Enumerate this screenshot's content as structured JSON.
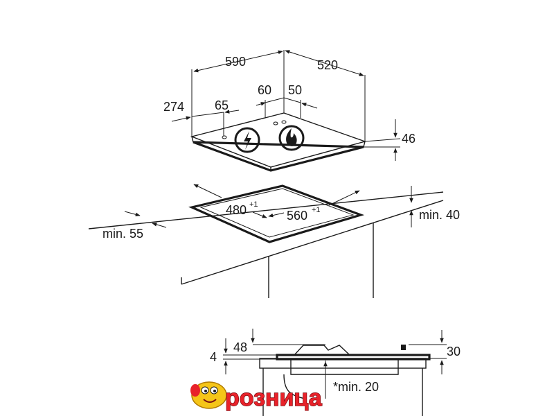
{
  "top_view": {
    "width_label": "590",
    "depth_label": "520",
    "offset_60": "60",
    "offset_50": "50",
    "offset_274": "274",
    "offset_65": "65",
    "height_46": "46"
  },
  "cutout": {
    "depth_label": "480",
    "depth_tolerance": "+1",
    "width_label": "560",
    "width_tolerance": "+1",
    "min_back": "min. 40",
    "min_front": "min. 55"
  },
  "section": {
    "dim_48": "48",
    "dim_4": "4",
    "dim_30": "30",
    "dim_20": "*min. 20"
  },
  "logo": {
    "text": "розница"
  },
  "colors": {
    "line": "#1a1a1a",
    "logo_red": "#e8222a",
    "logo_yellow": "#f5c518"
  },
  "icons": [
    "electric-ignition-icon",
    "gas-flame-icon"
  ]
}
